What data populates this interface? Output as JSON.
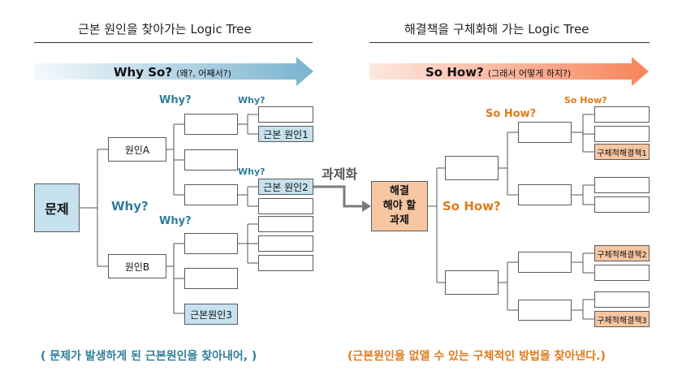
{
  "left": {
    "title": "근본 원인을 찾아가는 Logic Tree",
    "arrow_main": "Why So?",
    "arrow_sub": "(왜?, 어째서?)",
    "root": "문제",
    "root_why": "Why?",
    "branch_a": "원인A",
    "branch_b": "원인B",
    "why_a": "Why?",
    "why_b": "Why?",
    "why_l3_top": "Why?",
    "why_l3_mid": "Why?",
    "root_cause_1": "근본 원인1",
    "root_cause_2": "근본 원인2",
    "root_cause_3": "근본원인3",
    "bottom_text": "( 문제가 발생하게 된 근본원인을 찾아내어, )"
  },
  "connector": {
    "label": "과제화"
  },
  "right": {
    "title": "해결책을 구체화해 가는 Logic Tree",
    "arrow_main": "So How?",
    "arrow_sub": "(그래서 어떻게 하지?)",
    "task": [
      "해결",
      "해야 할",
      "과제"
    ],
    "so_how_main": "So How?",
    "so_how_l2": "So How?",
    "so_how_l3": "So How?",
    "solution_1": "구체적해결책1",
    "solution_2": "구체적해결책2",
    "solution_3": "구체적해결책3",
    "bottom_text": "(근본원인을 없앨 수 있는 구체적인 방법을 찾아낸다.)"
  },
  "colors": {
    "blue_fill": "#c6e2ee",
    "orange_fill": "#f7c6a2",
    "blue_text": "#2f7e9c",
    "orange_text": "#e07a1c"
  }
}
